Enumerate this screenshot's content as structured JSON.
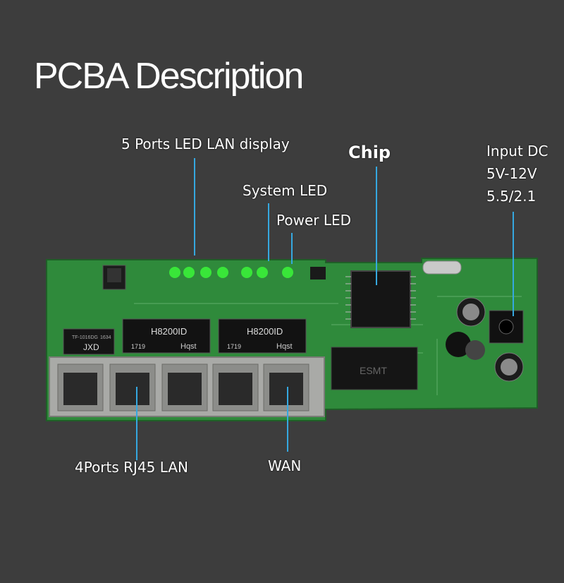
{
  "title": "PCBA Description",
  "labels": {
    "led_lan": "5 Ports LED LAN display",
    "system_led": "System LED",
    "power_led": "Power LED",
    "chip": "Chip",
    "input_line1": "Input DC",
    "input_line2": "5V-12V",
    "input_line3": "5.5/2.1",
    "lan_ports": "4Ports RJ45 LAN",
    "wan": "WAN"
  },
  "board": {
    "transformer_left": "H8200ID",
    "transformer_right": "H8200ID",
    "transformer_brand": "Hqst",
    "transformer_date": "1719",
    "small_part_brand": "JXD",
    "small_part_model": "TF-1016DG",
    "small_part_code": "1634",
    "memory_mark": "ESMT"
  },
  "colors": {
    "background": "#3d3d3d",
    "leader": "#35a8e0",
    "pcb": "#2e8a3a",
    "led": "#39e639"
  }
}
